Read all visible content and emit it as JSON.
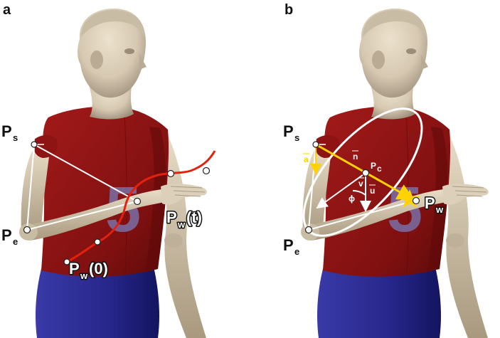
{
  "panels": {
    "a": {
      "letter": "a",
      "labels": {
        "shoulder": "P",
        "shoulder_sub": "s",
        "elbow": "P",
        "elbow_sub": "e",
        "wrist_t": "P",
        "wrist_t_sub": "w",
        "wrist_t_arg": "(t)",
        "wrist_0": "P",
        "wrist_0_sub": "w",
        "wrist_0_arg": "(0)"
      }
    },
    "b": {
      "letter": "b",
      "labels": {
        "shoulder": "P",
        "shoulder_sub": "s",
        "elbow": "P",
        "elbow_sub": "e",
        "wrist": "P",
        "wrist_sub": "w",
        "center": "P",
        "center_sub": "c",
        "vec_a": "a",
        "vec_n": "n",
        "vec_v": "v",
        "vec_u": "u",
        "angle_phi": "ϕ"
      }
    }
  },
  "colors": {
    "shirt": "#8e1414",
    "shirt_dark": "#5e0a0a",
    "skin": "#d9cbb4",
    "skin_shadow": "#a89a84",
    "pants": "#2a2a8c",
    "trajectory": "#e4210f",
    "lines": "#ffffff",
    "highlight": "#ffd200",
    "number": "#7a6fa6"
  }
}
